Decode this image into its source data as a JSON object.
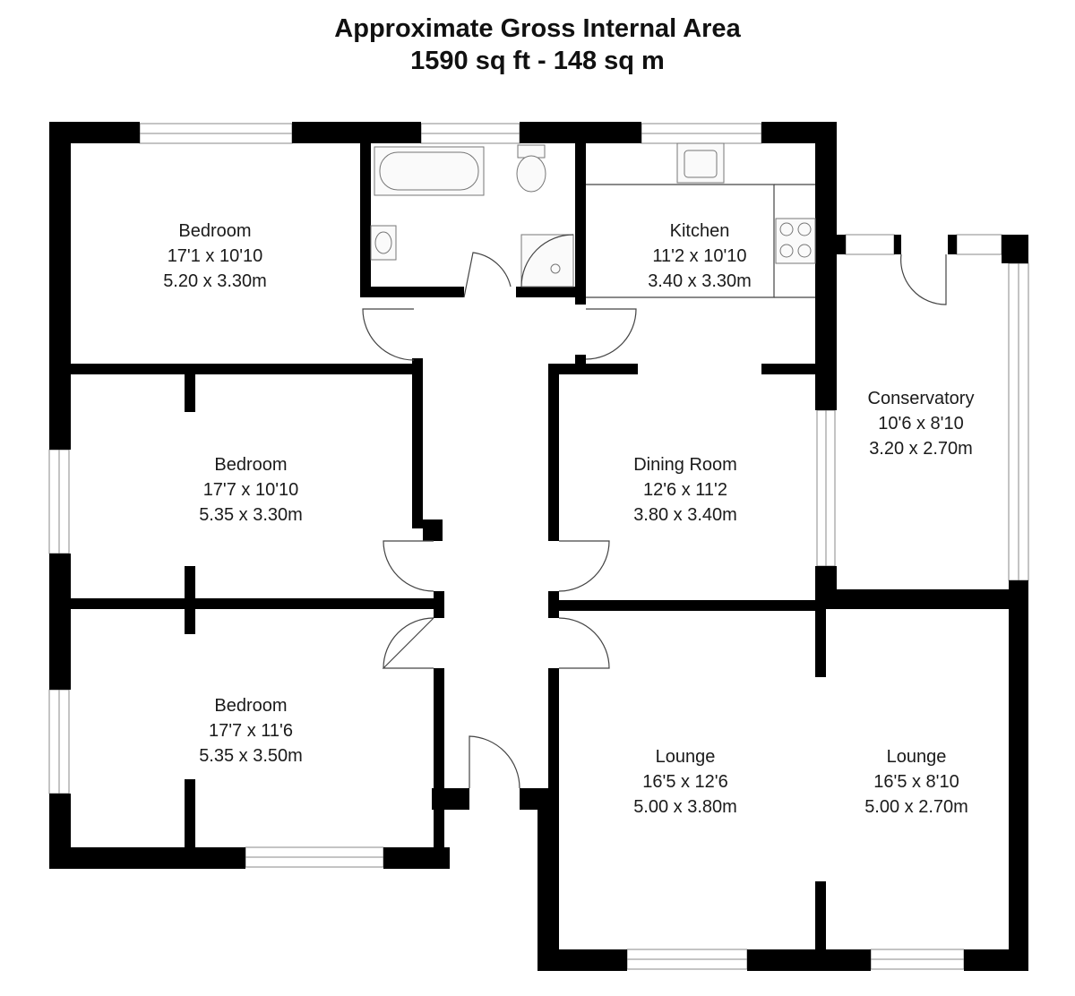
{
  "header": {
    "title_line1": "Approximate Gross Internal Area",
    "title_line2": "1590 sq ft - 148 sq m"
  },
  "rooms": [
    {
      "name": "Bedroom",
      "imperial": "17'1 x 10'10",
      "metric": "5.20 x 3.30m"
    },
    {
      "name": "Bedroom",
      "imperial": "17'7 x 10'10",
      "metric": "5.35 x 3.30m"
    },
    {
      "name": "Bedroom",
      "imperial": "17'7 x 11'6",
      "metric": "5.35 x 3.50m"
    },
    {
      "name": "Kitchen",
      "imperial": "11'2 x 10'10",
      "metric": "3.40 x 3.30m"
    },
    {
      "name": "Dining Room",
      "imperial": "12'6 x 11'2",
      "metric": "3.80 x 3.40m"
    },
    {
      "name": "Conservatory",
      "imperial": "10'6 x 8'10",
      "metric": "3.20 x 2.70m"
    },
    {
      "name": "Lounge",
      "imperial": "16'5 x 12'6",
      "metric": "5.00 x 3.80m"
    },
    {
      "name": "Lounge",
      "imperial": "16'5 x 8'10",
      "metric": "5.00 x 2.70m"
    }
  ]
}
